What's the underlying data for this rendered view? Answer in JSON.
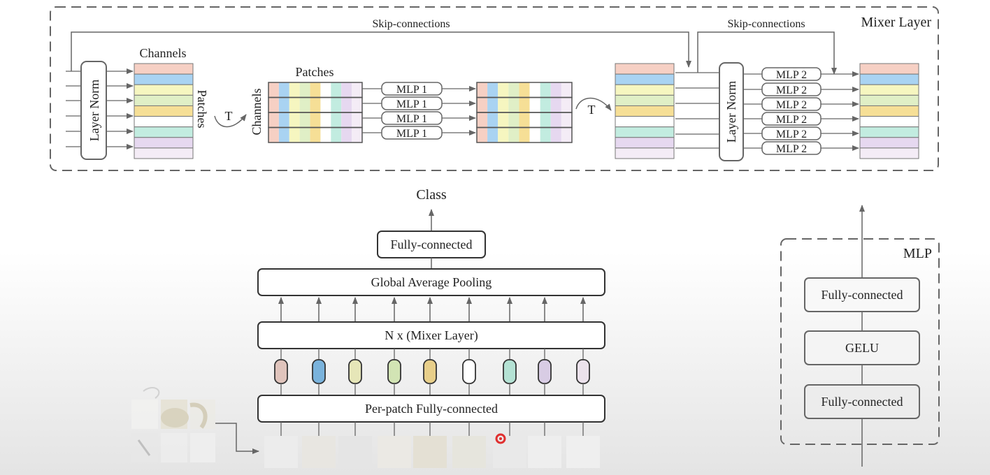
{
  "mixer": {
    "title": "Mixer Layer",
    "skip_left": "Skip-connections",
    "skip_right": "Skip-connections",
    "layer_norm_1": "Layer Norm",
    "layer_norm_2": "Layer Norm",
    "channels_top": "Channels",
    "patches_side": "Patches",
    "patches_top": "Patches",
    "channels_side": "Channels",
    "transpose_1": "T",
    "transpose_2": "T",
    "mlp1_label": "MLP 1",
    "mlp2_label": "MLP 2"
  },
  "main": {
    "class_label": "Class",
    "fully_connected": "Fully-connected",
    "gap": "Global Average Pooling",
    "mixer_stack": "N x (Mixer Layer)",
    "per_patch": "Per-patch Fully-connected"
  },
  "mlp_block": {
    "title": "MLP",
    "fc_top": "Fully-connected",
    "gelu": "GELU",
    "fc_bottom": "Fully-connected"
  },
  "colors": {
    "patch_colors": [
      "#f6d0c4",
      "#a9d3f2",
      "#f6f6c0",
      "#e0efc6",
      "#f6df96",
      "#ffffff",
      "#c2ece0",
      "#e6d8f0",
      "#f4ecf6"
    ],
    "token_colors": [
      "#e0c4bc",
      "#7ab3dc",
      "#e6e6b8",
      "#d2e4b4",
      "#e8cf8a",
      "#ffffff",
      "#b4e2d4",
      "#d8cce4",
      "#ece2ec"
    ],
    "stroke": "#555555",
    "arrow": "#666666"
  }
}
